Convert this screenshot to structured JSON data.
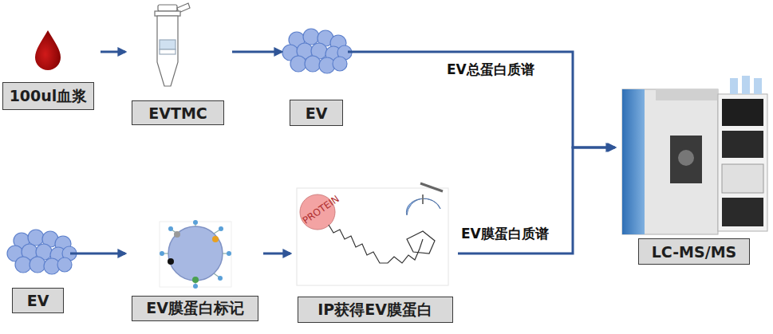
{
  "diagram": {
    "nodes": [
      {
        "text": [
          "100ul血浆"
        ]
      },
      {
        "text": [
          "EVTMC"
        ]
      },
      {
        "text": [
          "EV"
        ]
      },
      {
        "text": [
          "LC-MS/MS"
        ]
      },
      {
        "text": [
          "EV"
        ]
      },
      {
        "text": [
          "EV膜蛋白标记"
        ]
      },
      {
        "text": [
          "IP获得EV膜蛋白"
        ]
      }
    ],
    "edges": [
      {
        "from": 0,
        "to": 1,
        "arrow": "to"
      },
      {
        "from": 1,
        "to": 2,
        "arrow": "to"
      },
      {
        "from": 2,
        "to": 3,
        "label": "EV总蛋白质谱",
        "arrow": "to"
      },
      {
        "from": 4,
        "to": 5,
        "arrow": "to"
      },
      {
        "from": 5,
        "to": 6,
        "arrow": "to"
      },
      {
        "from": 6,
        "to": 3,
        "label": "EV膜蛋白质谱",
        "arrow": "to"
      }
    ],
    "labels": [
      "PROTEIN"
    ]
  }
}
